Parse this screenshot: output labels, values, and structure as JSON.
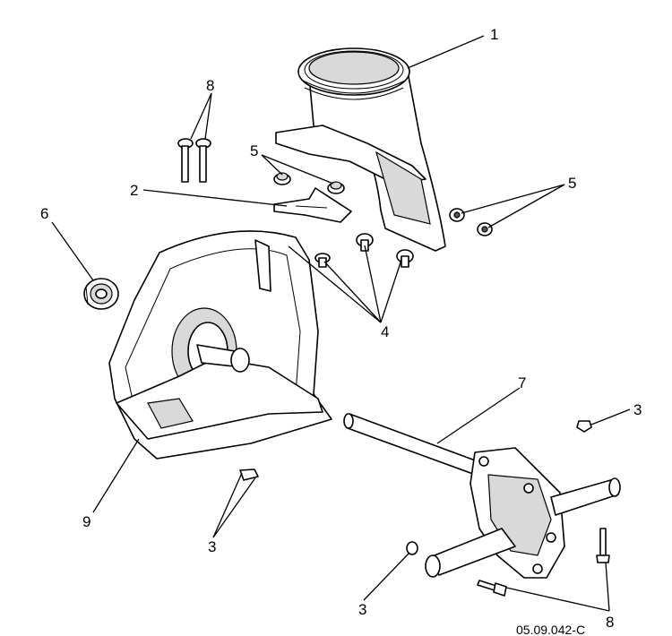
{
  "drawing_id": "05.09.042-C",
  "callouts": [
    {
      "id": "c1",
      "label": "1"
    },
    {
      "id": "c2",
      "label": "2"
    },
    {
      "id": "c3a",
      "label": "3"
    },
    {
      "id": "c3b",
      "label": "3"
    },
    {
      "id": "c3c",
      "label": "3"
    },
    {
      "id": "c4",
      "label": "4"
    },
    {
      "id": "c5a",
      "label": "5"
    },
    {
      "id": "c5b",
      "label": "5"
    },
    {
      "id": "c6",
      "label": "6"
    },
    {
      "id": "c7",
      "label": "7"
    },
    {
      "id": "c8a",
      "label": "8"
    },
    {
      "id": "c8b",
      "label": "8"
    },
    {
      "id": "c9",
      "label": "9"
    }
  ]
}
